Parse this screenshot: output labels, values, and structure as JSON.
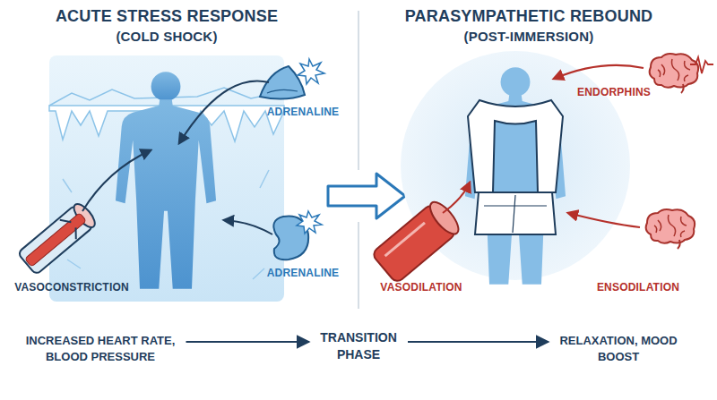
{
  "diagram": {
    "nodes": [
      {
        "text": [
          "INCREASED HEART RATE, BLOOD PRESSURE"
        ]
      },
      {
        "text": [
          "TRANSITION PHASE"
        ]
      },
      {
        "text": [
          "RELAXATION, MOOD BOOST"
        ]
      }
    ],
    "edges": [
      {
        "from": 0,
        "to": 1,
        "arrow": "to"
      },
      {
        "from": 1,
        "to": 2,
        "arrow": "to"
      }
    ],
    "labels": [
      "ACUTE STRESS RESPONSE",
      "(COLD SHOCK)",
      "PARASYMPATHETIC REBOUND",
      "(POST-IMMERSION)",
      "ADRENALINE",
      "ADRENALINE",
      "VASOCONSTRICTION",
      "ENDORPHINS",
      "VASODILATION",
      "ENSODILATION"
    ]
  }
}
